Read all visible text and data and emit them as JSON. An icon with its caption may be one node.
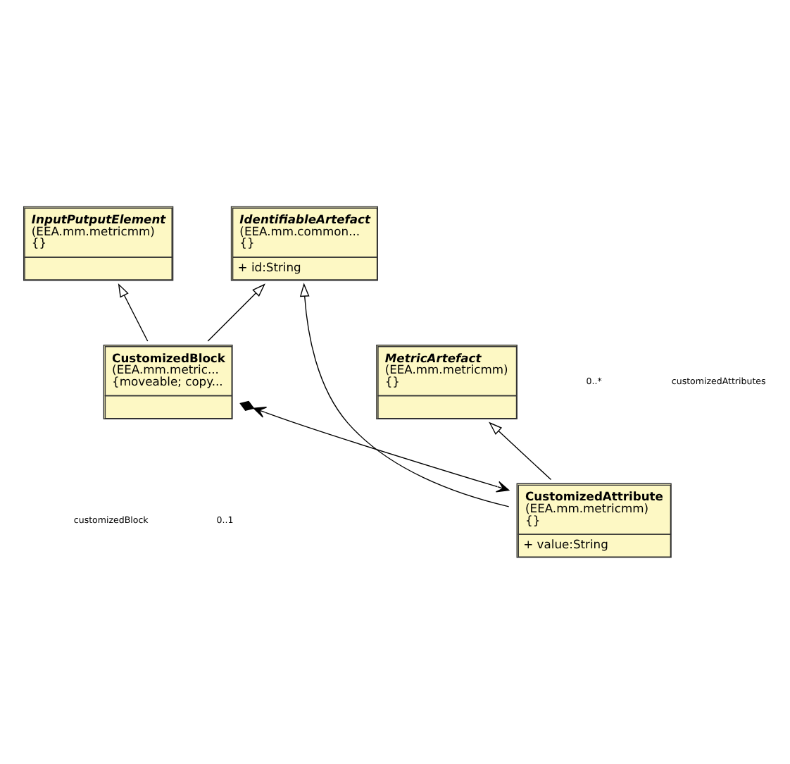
{
  "diagram": {
    "nodes": [
      {
        "text": [
          "InputPutputElement",
          "(EEA.mm.metricmm)",
          "{}"
        ]
      },
      {
        "text": [
          "CustomizedBlock",
          "(EEA.mm.metric...",
          "{moveable; copy..."
        ]
      },
      {
        "text": [
          "IdentifiableArtefact",
          "(EEA.mm.common...",
          "{}",
          "+ id:String"
        ]
      },
      {
        "text": [
          "MetricArtefact",
          "(EEA.mm.metricmm)",
          "{}"
        ]
      },
      {
        "text": [
          "CustomizedAttribute",
          "(EEA.mm.metricmm)",
          "{}",
          "+ value:String"
        ]
      }
    ],
    "edges": [
      {
        "from": 1,
        "to": 0,
        "arrow": "to"
      },
      {
        "from": 1,
        "to": 2,
        "arrow": "to"
      },
      {
        "from": 1,
        "to": 4,
        "arrow": "both"
      },
      {
        "from": 4,
        "to": 2,
        "arrow": "to"
      },
      {
        "from": 4,
        "to": 3,
        "arrow": "to"
      }
    ],
    "labels": [
      "customizedBlock",
      "0..1",
      "0..*",
      "customizedAttributes"
    ]
  }
}
